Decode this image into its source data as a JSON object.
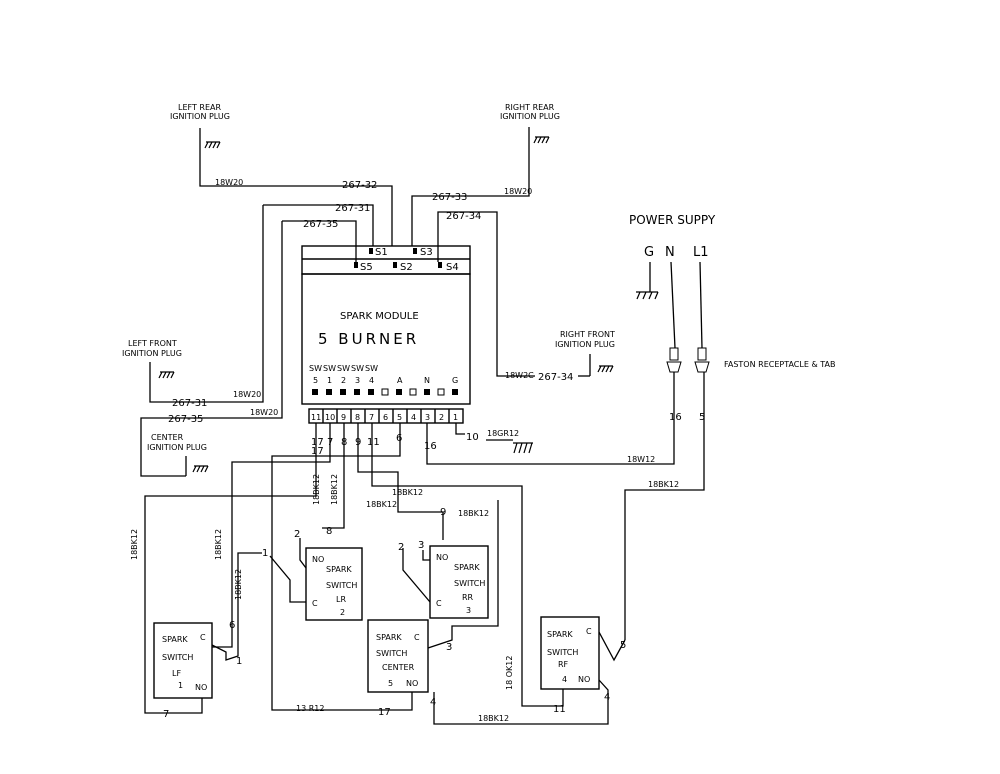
{
  "power": {
    "title": "POWER SUPPY",
    "g": "G",
    "n": "N",
    "l1": "L1",
    "faston": "FASTON RECEPTACLE & TAB",
    "wire_n": "16",
    "wire_l1": "5"
  },
  "module": {
    "title": "SPARK MODULE",
    "subtitle": "5 BURNER",
    "top_terminals": [
      "S1",
      "S3",
      "S5",
      "S2",
      "S4"
    ],
    "bottom_terminals": [
      "11",
      "10",
      "9",
      "8",
      "7",
      "6",
      "5",
      "4",
      "3",
      "2",
      "1"
    ],
    "col_sw": [
      "SW",
      "SW",
      "SW",
      "SW",
      "SW"
    ],
    "col_num": [
      "5",
      "1",
      "2",
      "3",
      "4"
    ],
    "col_a": "A",
    "col_n": "N",
    "col_g": "G",
    "wire_below": [
      "17",
      "7",
      "8",
      "9",
      "11",
      "6",
      "16"
    ],
    "wire_10": "10",
    "wire_10_gauge": "18GR12"
  },
  "plugs": {
    "left_rear": [
      "LEFT REAR",
      "IGNITION PLUG"
    ],
    "right_rear": [
      "RIGHT REAR",
      "IGNITION PLUG"
    ],
    "left_front": [
      "LEFT FRONT",
      "IGNITION PLUG"
    ],
    "right_front": [
      "RIGHT FRONT",
      "IGNITION PLUG"
    ],
    "center": [
      "CENTER",
      "IGNITION PLUG"
    ]
  },
  "leads": {
    "l32": "267-32",
    "l31": "267-31",
    "l35": "267-35",
    "l33": "267-33",
    "l34": "267-34",
    "lf_31": "267-31",
    "c_35": "267-35",
    "rf_34": "267-34",
    "g_lr": "18W20",
    "g_rr": "18W20",
    "g_lf": "18W20",
    "g_c": "18W20",
    "g_rf": "18W2C"
  },
  "switches": {
    "lf": [
      "SPARK",
      "SWITCH",
      "LF",
      "1"
    ],
    "lr": [
      "SPARK",
      "SWITCH",
      "LR",
      "2"
    ],
    "rr": [
      "SPARK",
      "SWITCH",
      "RR",
      "3"
    ],
    "center": [
      "SPARK",
      "SWITCH",
      "CENTER",
      "5"
    ],
    "rf": [
      "SPARK",
      "SWITCH",
      "RF",
      "4"
    ],
    "c": "C",
    "no": "NO"
  },
  "harness": {
    "w18bk12_a": "18BK12",
    "w18bk12_b": "18BK12",
    "w18bk12_c": "18BK12",
    "w18bk12_d": "18BK12",
    "w18bk12_e": "18BK12",
    "w18bk12_f": "18BK12",
    "w18bk12_g": "18BK12",
    "w18bk12_h": "18BK12",
    "w18bk12_i": "18BK12",
    "w18bk12_j": "18BK12",
    "w18ok12": "18 OK12",
    "w13r12": "13 R12",
    "w18w12": "18W12",
    "n1": "1",
    "n1b": "1",
    "n2": "2",
    "n2b": "2",
    "n3": "3",
    "n3b": "3",
    "n4": "4",
    "n4b": "4",
    "n5": "5",
    "n6": "6",
    "n7": "7",
    "n8": "8",
    "n9": "9",
    "n11": "11",
    "n17": "17"
  }
}
